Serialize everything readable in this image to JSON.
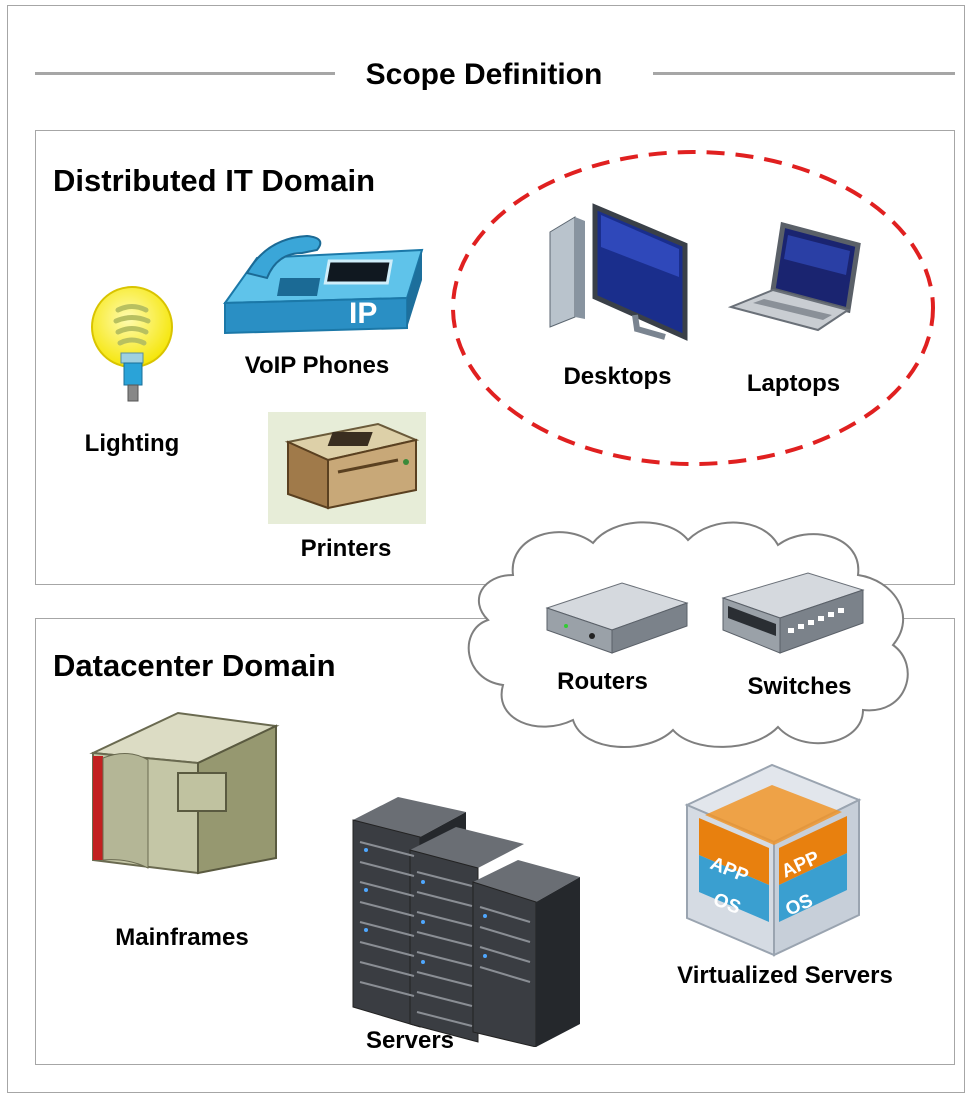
{
  "title": "Scope Definition",
  "distributed": {
    "title": "Distributed IT Domain",
    "items": {
      "lighting": "Lighting",
      "voip": "VoIP Phones",
      "voip_badge": "IP",
      "printers": "Printers",
      "desktops": "Desktops",
      "laptops": "Laptops"
    }
  },
  "network": {
    "routers": "Routers",
    "switches": "Switches"
  },
  "datacenter": {
    "title": "Datacenter Domain",
    "items": {
      "mainframes": "Mainframes",
      "servers": "Servers",
      "virtualized": "Virtualized Servers",
      "vm_app": "APP",
      "vm_os": "OS"
    }
  },
  "colors": {
    "border": "#a6a6a6",
    "highlight_dash": "#e02020",
    "phone": "#3ba8d8",
    "vm_orange": "#e8800e",
    "vm_blue": "#3a9fd0"
  }
}
